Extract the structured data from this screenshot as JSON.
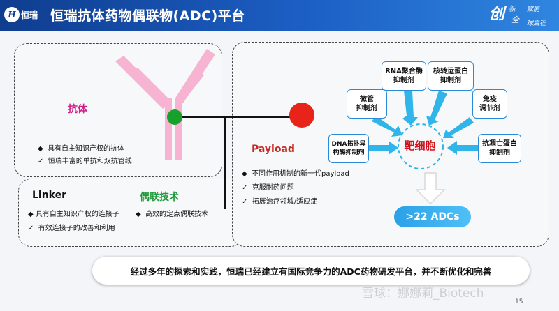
{
  "header": {
    "logo_mark": "H",
    "logo_text": "恒瑞",
    "title": "恒瑞抗体药物偶联物(ADC)平台",
    "slogan": {
      "big": "创",
      "s1": "新",
      "s2": "赋能",
      "s3": "全",
      "s4": "球启程"
    }
  },
  "antibody": {
    "label": "抗体",
    "bullets": [
      {
        "marker": "◆",
        "text": "具有自主知识产权的抗体"
      },
      {
        "marker": "✓",
        "text": "恒瑞丰富的单抗和双抗管线"
      }
    ]
  },
  "linker": {
    "title": "Linker",
    "bullets": [
      {
        "marker": "◆",
        "text": "具有自主知识产权的连接子"
      },
      {
        "marker": "✓",
        "text": "有效连接子的改善和利用"
      }
    ]
  },
  "coupling": {
    "title": "偶联技术",
    "bullets": [
      {
        "marker": "◆",
        "text": "高效的定点偶联技术"
      }
    ]
  },
  "payload": {
    "title": "Payload",
    "bullets": [
      {
        "marker": "◆",
        "text": "不同作用机制的新一代payload"
      },
      {
        "marker": "✓",
        "text": "克服耐药问题"
      },
      {
        "marker": "✓",
        "text": "拓展治疗领域/适应症"
      }
    ]
  },
  "targets": {
    "rna": [
      "RNA聚合酶",
      "抑制剂"
    ],
    "nuclear": [
      "核转运蛋白",
      "抑制剂"
    ],
    "microtubule": [
      "微管",
      "抑制剂"
    ],
    "immune": [
      "免疫",
      "调节剂"
    ],
    "dna": [
      "DNA拓扑异",
      "构酶抑制剂"
    ],
    "apoptosis": [
      "抗凋亡蛋白",
      "抑制剂"
    ]
  },
  "cell_label": "靶细胞",
  "adc_count": ">22 ADCs",
  "summary": "经过多年的探索和实践，恒瑞已经建立有国际竞争力的ADC药物研发平台，并不断优化和完善",
  "watermark": "雪球：娜娜莉_Biotech",
  "page_number": "15",
  "colors": {
    "header": "#1c5fc4",
    "antibody_pink": "#f6b3d2",
    "antibody_label": "#d11f8c",
    "linker_dot": "#16a12a",
    "payload_dot": "#e8231a",
    "arrow_cyan": "#2fb5ea",
    "coupling_green": "#1e9a3a"
  }
}
